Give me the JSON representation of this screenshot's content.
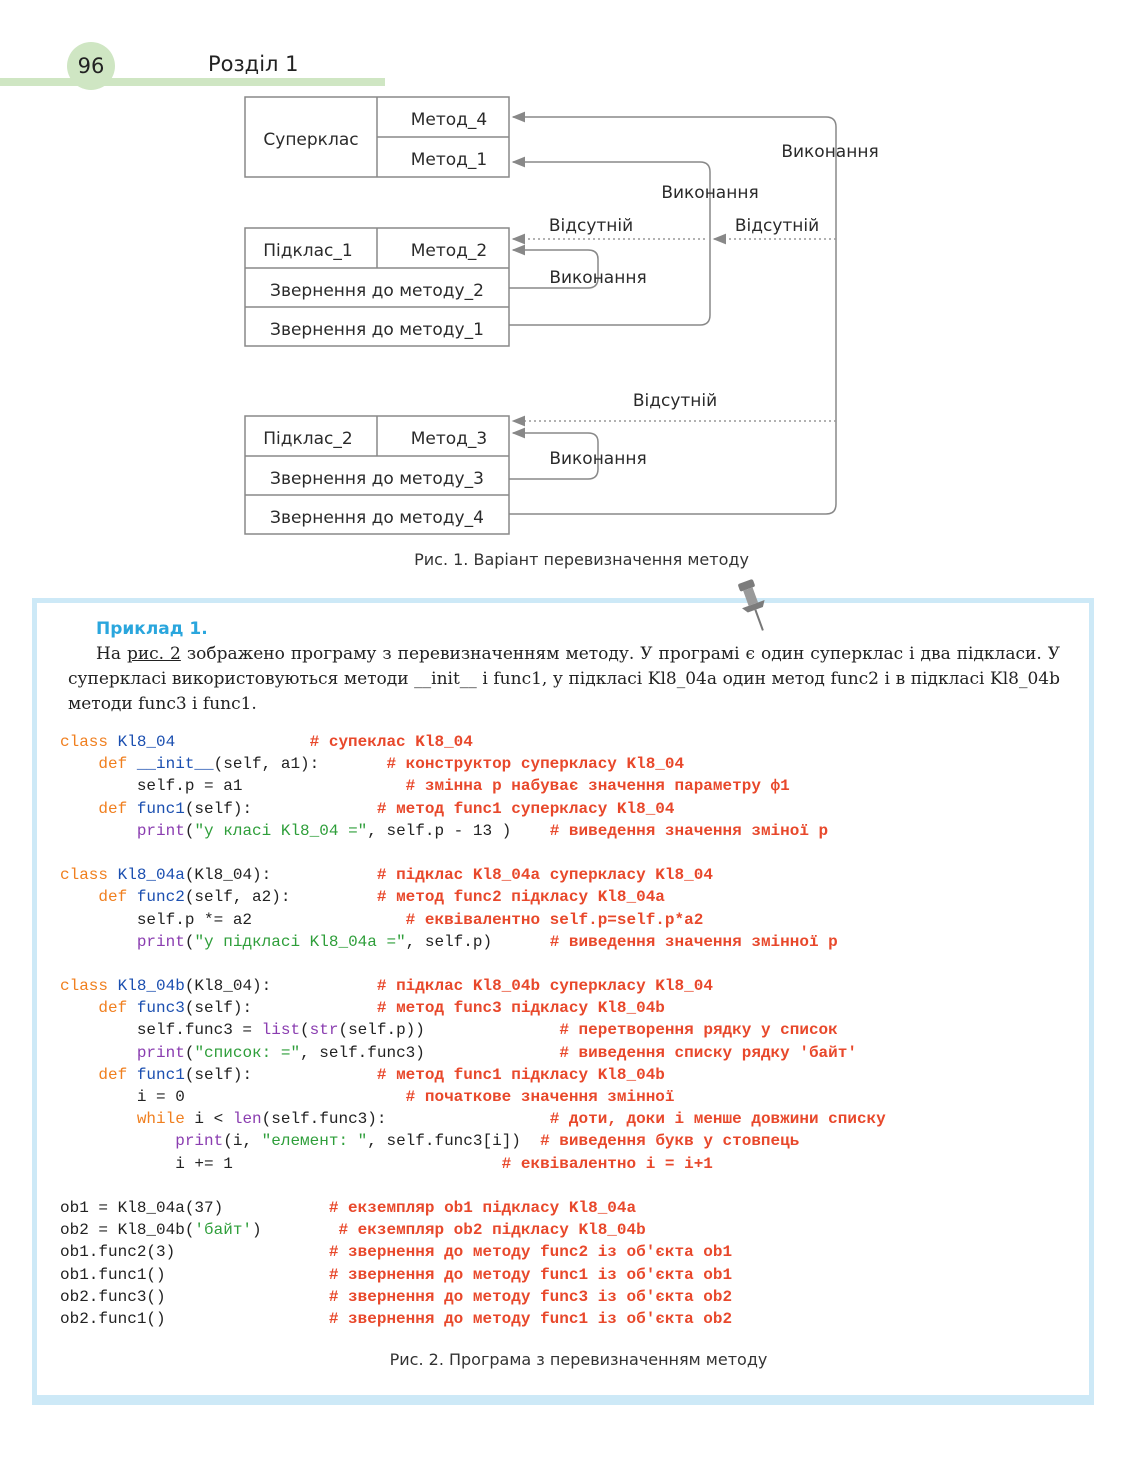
{
  "header": {
    "page_number": "96",
    "section": "Розділ 1"
  },
  "diagram": {
    "superclass": {
      "name": "Суперклас",
      "methods": [
        "Метод_4",
        "Метод_1"
      ]
    },
    "subclass1": {
      "name": "Підклас_1",
      "method": "Метод_2",
      "calls": [
        "Звернення до методу_2",
        "Звернення до методу_1"
      ]
    },
    "subclass2": {
      "name": "Підклас_2",
      "method": "Метод_3",
      "calls": [
        "Звернення до методу_3",
        "Звернення до методу_4"
      ]
    },
    "labels": {
      "execution": "Виконання",
      "absent": "Відсутній"
    },
    "caption": "Рис. 1. Варіант перевизначення методу"
  },
  "example": {
    "title": "Приклад 1.",
    "text_before_link": "На ",
    "link": "рис. 2",
    "text_after_link": " зображено програму з перевизначенням методу. У програмі є один суперклас і два підкласи. У суперкласі використовуються методи __init__ і func1, у підкласі Kl8_04a один метод func2 і в підкласі Kl8_04b методи func3 і func1.",
    "code_lines": [
      [
        [
          "kw",
          "class "
        ],
        [
          "cl",
          "Kl8_04"
        ],
        [
          "",
          "              "
        ],
        [
          "cm",
          "# супеклас Kl8_04"
        ]
      ],
      [
        [
          "",
          "    "
        ],
        [
          "kw",
          "def "
        ],
        [
          "cl",
          "__init__"
        ],
        [
          "",
          "(self, a1):       "
        ],
        [
          "cm",
          "# конструктор суперкласу Kl8_04"
        ]
      ],
      [
        [
          "",
          "        self.p = a1                 "
        ],
        [
          "cm",
          "# змінна p набуває значення параметру ф1"
        ]
      ],
      [
        [
          "",
          "    "
        ],
        [
          "kw",
          "def "
        ],
        [
          "cl",
          "func1"
        ],
        [
          "",
          "(self):             "
        ],
        [
          "cm",
          "# метод func1 суперкласу Kl8_04"
        ]
      ],
      [
        [
          "",
          "        "
        ],
        [
          "bi",
          "print"
        ],
        [
          "",
          "("
        ],
        [
          "st",
          "\"у класі Kl8_04 =\""
        ],
        [
          "",
          ", self.p - 13 )    "
        ],
        [
          "cm",
          "# виведення значення зміної p"
        ]
      ],
      [
        [
          "",
          ""
        ]
      ],
      [
        [
          "kw",
          "class "
        ],
        [
          "cl",
          "Kl8_04a"
        ],
        [
          "",
          "(Kl8_04):           "
        ],
        [
          "cm",
          "# підклас Kl8_04a суперкласу Kl8_04"
        ]
      ],
      [
        [
          "",
          "    "
        ],
        [
          "kw",
          "def "
        ],
        [
          "cl",
          "func2"
        ],
        [
          "",
          "(self, a2):         "
        ],
        [
          "cm",
          "# метод func2 підкласу Kl8_04a"
        ]
      ],
      [
        [
          "",
          "        self.p *= a2                "
        ],
        [
          "cm",
          "# еквівалентно self.p=self.p*a2"
        ]
      ],
      [
        [
          "",
          "        "
        ],
        [
          "bi",
          "print"
        ],
        [
          "",
          "("
        ],
        [
          "st",
          "\"у підкласі Kl8_04a =\""
        ],
        [
          "",
          ", self.p)      "
        ],
        [
          "cm",
          "# виведення значення змінної p"
        ]
      ],
      [
        [
          "",
          ""
        ]
      ],
      [
        [
          "kw",
          "class "
        ],
        [
          "cl",
          "Kl8_04b"
        ],
        [
          "",
          "(Kl8_04):           "
        ],
        [
          "cm",
          "# підклас Kl8_04b суперкласу Kl8_04"
        ]
      ],
      [
        [
          "",
          "    "
        ],
        [
          "kw",
          "def "
        ],
        [
          "cl",
          "func3"
        ],
        [
          "",
          "(self):             "
        ],
        [
          "cm",
          "# метод func3 підкласу Kl8_04b"
        ]
      ],
      [
        [
          "",
          "        self.func3 = "
        ],
        [
          "bi",
          "list"
        ],
        [
          "",
          "("
        ],
        [
          "bi",
          "str"
        ],
        [
          "",
          "(self.p))              "
        ],
        [
          "cm",
          "# перетворення рядку у список"
        ]
      ],
      [
        [
          "",
          "        "
        ],
        [
          "bi",
          "print"
        ],
        [
          "",
          "("
        ],
        [
          "st",
          "\"список: =\""
        ],
        [
          "",
          ", self.func3)              "
        ],
        [
          "cm",
          "# виведення списку рядку 'байт'"
        ]
      ],
      [
        [
          "",
          "    "
        ],
        [
          "kw",
          "def "
        ],
        [
          "cl",
          "func1"
        ],
        [
          "",
          "(self):             "
        ],
        [
          "cm",
          "# метод func1 підкласу Kl8_04b"
        ]
      ],
      [
        [
          "",
          "        i = 0                       "
        ],
        [
          "cm",
          "# початкове значення змінної"
        ]
      ],
      [
        [
          "",
          "        "
        ],
        [
          "kw",
          "while"
        ],
        [
          "",
          " i < "
        ],
        [
          "bi",
          "len"
        ],
        [
          "",
          "(self.func3):                 "
        ],
        [
          "cm",
          "# доти, доки і менше довжини списку"
        ]
      ],
      [
        [
          "",
          "            "
        ],
        [
          "bi",
          "print"
        ],
        [
          "",
          "(i, "
        ],
        [
          "st",
          "\"елемент: \""
        ],
        [
          "",
          ", self.func3[i])  "
        ],
        [
          "cm",
          "# виведення букв у стовпець"
        ]
      ],
      [
        [
          "",
          "            i += 1                            "
        ],
        [
          "cm",
          "# еквівалентно i = i+1"
        ]
      ],
      [
        [
          "",
          ""
        ]
      ],
      [
        [
          "",
          "ob1 = Kl8_04a(37)           "
        ],
        [
          "cm",
          "# екземпляр ob1 підкласу Kl8_04a"
        ]
      ],
      [
        [
          "",
          "ob2 = Kl8_04b("
        ],
        [
          "st",
          "'байт'"
        ],
        [
          "",
          ")        "
        ],
        [
          "cm",
          "# екземпляр ob2 підкласу Kl8_04b"
        ]
      ],
      [
        [
          "",
          "ob1.func2(3)                "
        ],
        [
          "cm",
          "# звернення до методу func2 із об'єкта ob1"
        ]
      ],
      [
        [
          "",
          "ob1.func1()                 "
        ],
        [
          "cm",
          "# звернення до методу func1 із об'єкта ob1"
        ]
      ],
      [
        [
          "",
          "ob2.func3()                 "
        ],
        [
          "cm",
          "# звернення до методу func3 із об'єкта ob2"
        ]
      ],
      [
        [
          "",
          "ob2.func1()                 "
        ],
        [
          "cm",
          "# звернення до методу func1 із об'єкта ob2"
        ]
      ]
    ],
    "caption": "Рис. 2. Програма з перевизначенням методу"
  }
}
